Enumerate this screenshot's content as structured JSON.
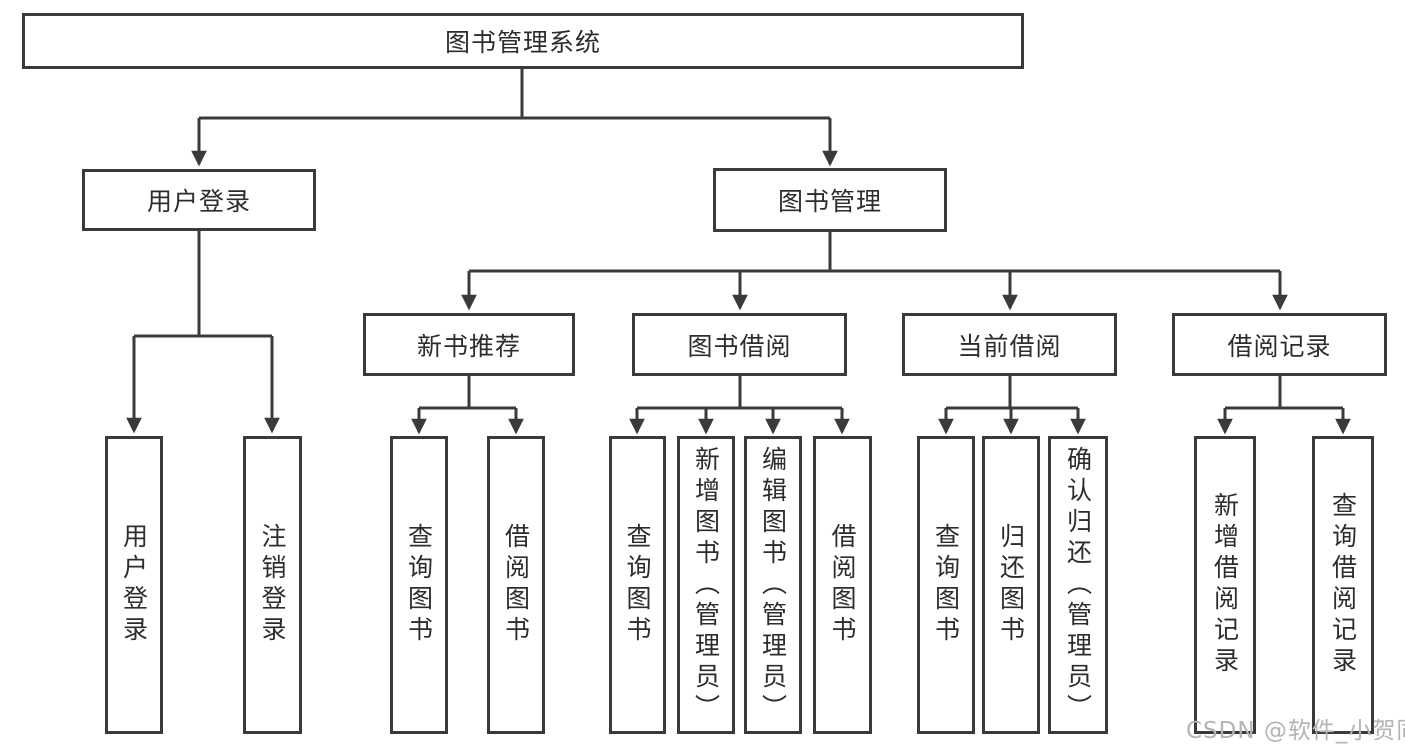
{
  "diagram": {
    "type": "hierarchy-flowchart",
    "colors": {
      "line": "#3a3a3a",
      "box_border": "#3a3a3a",
      "text": "#2d2d2d",
      "background": "#ffffff",
      "watermark": "#b3b3b8"
    }
  },
  "tree": {
    "label": "图书管理系统",
    "children": [
      {
        "label": "用户登录",
        "children": [
          {
            "label": "用户登录"
          },
          {
            "label": "注销登录"
          }
        ]
      },
      {
        "label": "图书管理",
        "children": [
          {
            "label": "新书推荐",
            "children": [
              {
                "label": "查询图书"
              },
              {
                "label": "借阅图书"
              }
            ]
          },
          {
            "label": "图书借阅",
            "children": [
              {
                "label": "查询图书"
              },
              {
                "label": "新增图书（管理员）"
              },
              {
                "label": "编辑图书（管理员）"
              },
              {
                "label": "借阅图书"
              }
            ]
          },
          {
            "label": "当前借阅",
            "children": [
              {
                "label": "查询图书"
              },
              {
                "label": "归还图书"
              },
              {
                "label": "确认归还（管理员）"
              }
            ]
          },
          {
            "label": "借阅记录",
            "children": [
              {
                "label": "新增借阅记录"
              },
              {
                "label": "查询借阅记录"
              }
            ]
          }
        ]
      }
    ]
  },
  "watermark": "CSDN @软件_小贺同学"
}
